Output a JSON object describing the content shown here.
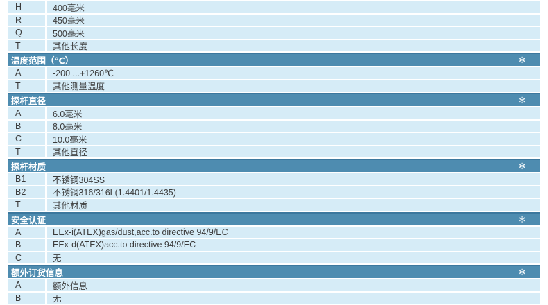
{
  "colors": {
    "page_bg": "#ffffff",
    "row_bg": "#d6ecf7",
    "header_bg": "#4e8cb0",
    "header_top": "#3c789e",
    "header_text": "#ffffff",
    "body_text": "#3c3c3c"
  },
  "icons": {
    "snowflake": "✻"
  },
  "table": {
    "sections": [
      {
        "title": "",
        "rows": [
          {
            "code": "H",
            "value": "400毫米"
          },
          {
            "code": "R",
            "value": "450毫米"
          },
          {
            "code": "Q",
            "value": "500毫米"
          },
          {
            "code": "T",
            "value": "其他长度"
          }
        ]
      },
      {
        "title": "温度范围（℃）",
        "rows": [
          {
            "code": "A",
            "value": "-200 ...+1260℃"
          },
          {
            "code": "T",
            "value": "其他测量温度"
          }
        ]
      },
      {
        "title": "探杆直径",
        "rows": [
          {
            "code": "A",
            "value": "6.0毫米"
          },
          {
            "code": "B",
            "value": "8.0毫米"
          },
          {
            "code": "C",
            "value": "10.0毫米"
          },
          {
            "code": "T",
            "value": "其他直径"
          }
        ]
      },
      {
        "title": "探杆材质",
        "rows": [
          {
            "code": "B1",
            "value": "不锈钢304SS"
          },
          {
            "code": "B2",
            "value": "不锈钢316/316L(1.4401/1.4435)"
          },
          {
            "code": "T",
            "value": "其他材质"
          }
        ]
      },
      {
        "title": "安全认证",
        "rows": [
          {
            "code": "A",
            "value": "EEx-i(ATEX)gas/dust,acc.to directive 94/9/EC"
          },
          {
            "code": "B",
            "value": "EEx-d(ATEX)acc.to directive 94/9/EC"
          },
          {
            "code": "C",
            "value": "无"
          }
        ]
      },
      {
        "title": "额外订货信息",
        "rows": [
          {
            "code": "A",
            "value": "额外信息"
          },
          {
            "code": "B",
            "value": "无"
          }
        ]
      }
    ]
  }
}
